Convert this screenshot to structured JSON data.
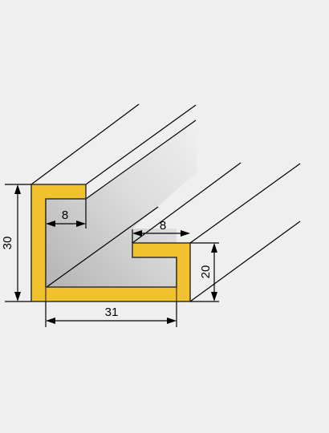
{
  "diagram": {
    "colors": {
      "background": "#efefef",
      "profile_fill": "#f2c22e",
      "profile_stroke": "#333333",
      "line": "#000000"
    },
    "dimensions": {
      "height_total": "30",
      "top_lip": "8",
      "bottom_width": "31",
      "right_lip": "8",
      "right_height": "20"
    }
  }
}
